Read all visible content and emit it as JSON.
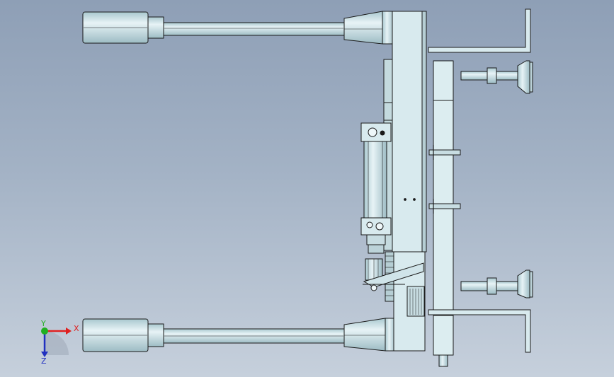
{
  "triad": {
    "x_label": "X",
    "y_label": "Y",
    "z_label": "Z",
    "x_color": "#e02020",
    "y_color": "#20b020",
    "z_color": "#2030c0"
  },
  "colors": {
    "part_fill": "#cfe3e8",
    "part_light": "#e4f1f4",
    "part_shade": "#a9c4cb",
    "edge": "#1a1a1a"
  }
}
